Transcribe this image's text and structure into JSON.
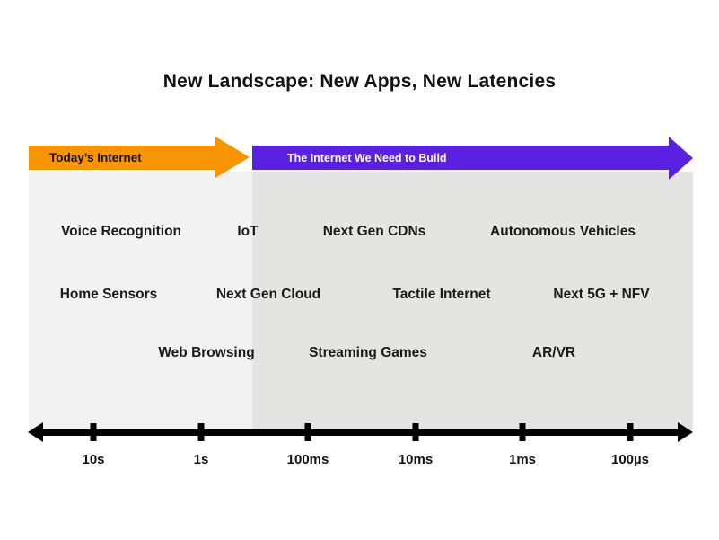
{
  "title": "New Landscape: New Apps, New Latencies",
  "eras": {
    "today": {
      "label": "Today’s Internet",
      "color": "#F79400",
      "text_color": "#111111",
      "panel_color": "#F2F2F2"
    },
    "future": {
      "label": "The Internet We Need to Build",
      "color": "#5B21E0",
      "text_color": "#FFFFFF",
      "panel_color": "#E4E4E3"
    }
  },
  "apps": {
    "row1": [
      "Voice Recognition",
      "IoT",
      "Next Gen CDNs",
      "Autonomous Vehicles"
    ],
    "row2": [
      "Home Sensors",
      "Next Gen Cloud",
      "Tactile Internet",
      "Next 5G + NFV"
    ],
    "row3": [
      "Web Browsing",
      "Streaming Games",
      "AR/VR"
    ]
  },
  "axis": {
    "ticks": [
      "10s",
      "1s",
      "100ms",
      "10ms",
      "1ms",
      "100µs"
    ]
  }
}
